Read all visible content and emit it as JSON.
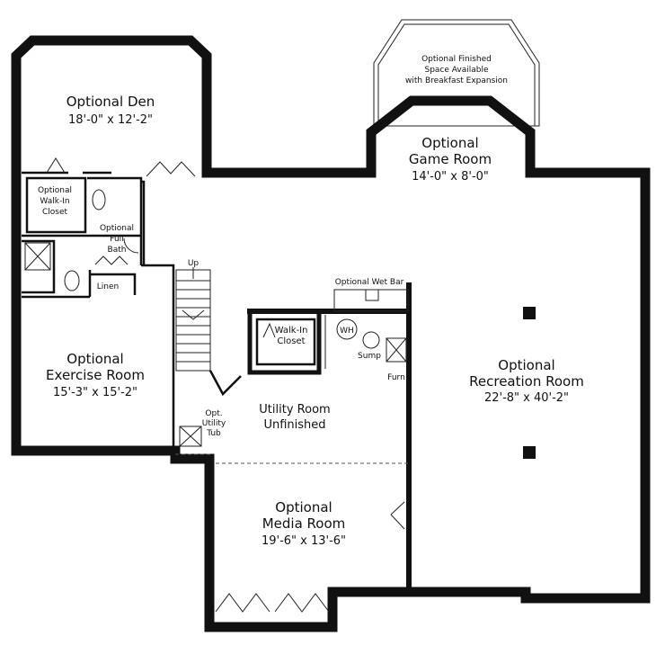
{
  "rooms": {
    "den": {
      "line1": "Optional Den",
      "dims": "18'-0\" x 12'-2\""
    },
    "game": {
      "line1": "Optional",
      "line2": "Game Room",
      "dims": "14'-0\" x 8'-0\""
    },
    "expansion": {
      "line1": "Optional Finished",
      "line2": "Space Available",
      "line3": "with Breakfast Expansion"
    },
    "walkin_closet_den": {
      "line1": "Optional",
      "line2": "Walk-In",
      "line3": "Closet"
    },
    "full_bath": {
      "line1": "Optional",
      "line2": "Full",
      "line3": "Bath"
    },
    "linen": {
      "label": "Linen"
    },
    "stairs": {
      "label": "Up"
    },
    "wet_bar": {
      "label": "Optional Wet Bar"
    },
    "walkin_closet": {
      "line1": "Walk-In",
      "line2": "Closet"
    },
    "water_heater": {
      "label": "WH"
    },
    "sump": {
      "label": "Sump"
    },
    "furnace": {
      "label": "Furn"
    },
    "exercise": {
      "line1": "Optional",
      "line2": "Exercise Room",
      "dims": "15'-3\" x 15'-2\""
    },
    "utility_tub": {
      "line1": "Opt.",
      "line2": "Utility",
      "line3": "Tub"
    },
    "utility": {
      "line1": "Utility Room",
      "line2": "Unfinished"
    },
    "recreation": {
      "line1": "Optional",
      "line2": "Recreation Room",
      "dims": "22'-8\" x 40'-2\""
    },
    "media": {
      "line1": "Optional",
      "line2": "Media Room",
      "dims": "19'-6\" x 13'-6\""
    }
  },
  "colors": {
    "wall": "#111111",
    "line": "#222222",
    "background": "#ffffff"
  }
}
